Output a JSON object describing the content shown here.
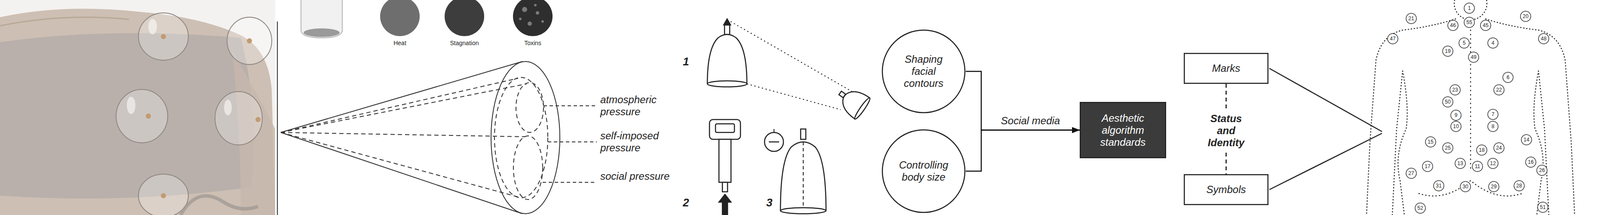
{
  "diagram": {
    "nodes": [
      {
        "text": [
          "Shaping facial contours"
        ]
      },
      {
        "text": [
          "Controlling body size"
        ]
      },
      {
        "text": [
          "Aesthetic algorithm standards"
        ]
      },
      {
        "text": [
          "Marks"
        ]
      },
      {
        "text": [
          "Symbols"
        ]
      }
    ],
    "edges": [
      {
        "from": 0,
        "to": 2,
        "label": "Social media",
        "arrow": "to"
      },
      {
        "from": 1,
        "to": 2,
        "arrow": "to"
      },
      {
        "from": 3,
        "to": 4,
        "label": "Status and Identity",
        "arrow": "none"
      }
    ],
    "labels": [
      "Heat",
      "Stagnation",
      "Toxins",
      "atmospheric pressure",
      "self-imposed pressure",
      "social pressure",
      "1",
      "2",
      "3",
      "1",
      "55",
      "46",
      "45",
      "21",
      "20",
      "47",
      "48",
      "5",
      "4",
      "19",
      "49",
      "6",
      "23",
      "22",
      "50",
      "9",
      "7",
      "10",
      "8",
      "15",
      "14",
      "25",
      "18",
      "24",
      "13",
      "11",
      "12",
      "16",
      "17",
      "27",
      "26",
      "31",
      "30",
      "29",
      "28",
      "52",
      "51"
    ]
  }
}
